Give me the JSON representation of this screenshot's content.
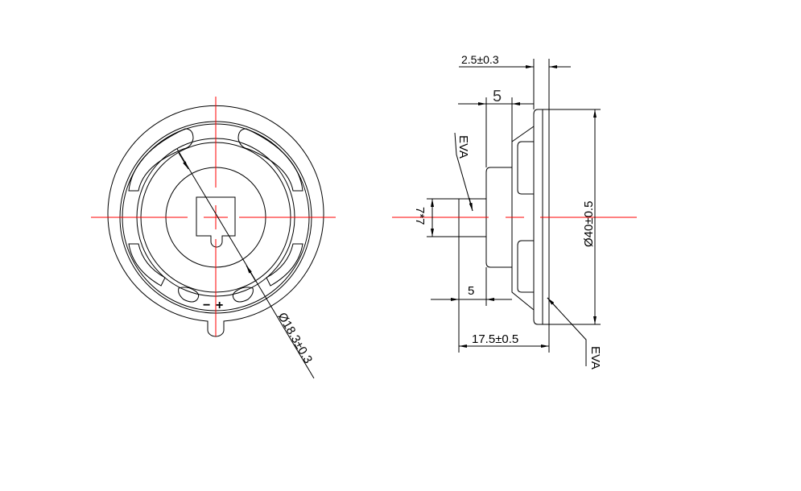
{
  "front_view": {
    "diameter_label": "Ø18.3±0.3",
    "terminal_minus": "−",
    "terminal_plus": "+"
  },
  "side_view": {
    "flange_thickness_label": "2.5±0.3",
    "frame_depth_label": "5",
    "magnet_depth_label": "5",
    "magnet_size_label": "7*7",
    "outer_diameter_label": "Ø40±0.5",
    "total_height_label": "17.5±0.5",
    "eva_top_label": "EVA",
    "eva_bottom_label": "EVA"
  },
  "colors": {
    "outline": "#000000",
    "centerline": "#ff0000"
  }
}
